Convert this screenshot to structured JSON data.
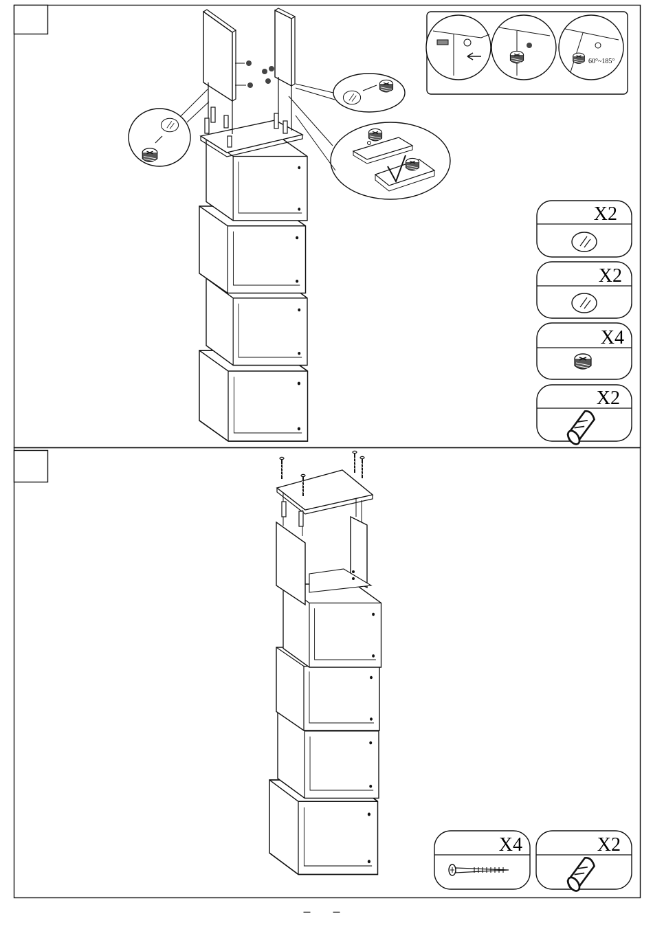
{
  "steps": [
    {
      "badge": "",
      "angle_label": "60°~185°",
      "parts": [
        {
          "qty": "X2",
          "icon": "dowel-cap-icon"
        },
        {
          "qty": "X2",
          "icon": "dowel-cap-icon"
        },
        {
          "qty": "X4",
          "icon": "cam-lock-icon"
        },
        {
          "qty": "X2",
          "icon": "wooden-dowel-icon"
        }
      ]
    },
    {
      "badge": "",
      "parts": [
        {
          "qty": "X4",
          "icon": "screw-icon"
        },
        {
          "qty": "X2",
          "icon": "wooden-dowel-icon"
        }
      ]
    }
  ],
  "page_number": "– –",
  "colors": {
    "line": "#111111",
    "panel": "#ffffff"
  }
}
